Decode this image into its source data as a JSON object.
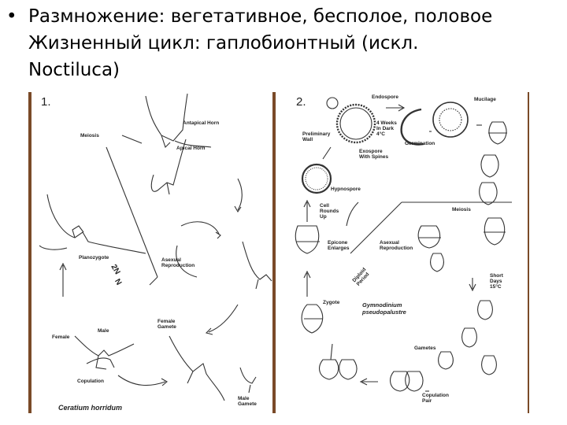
{
  "text": {
    "bullet": "•",
    "line1": "Размножение: вегетативное, бесполое, половое",
    "line2": "Жизненный цикл: гаплобионтный (искл.",
    "line3": "Noctiluca)"
  },
  "figure1": {
    "number": "1.",
    "labels": {
      "meiosis": "Meiosis",
      "antapical_horn": "Antapical Horn",
      "apical_horn": "Apical Horn",
      "planozygote": "Planozygote",
      "two_n": "2N",
      "n": "N",
      "asexual_reproduction": "Asexual\nReproduction",
      "female_gamete": "Female\nGamete",
      "male": "Male",
      "female": "Female",
      "copulation": "Copulation",
      "male_gamete": "Male\nGamete"
    },
    "species": "Ceratium horridum"
  },
  "figure2": {
    "number": "2.",
    "labels": {
      "endospore": "Endospore",
      "mucilage": "Mucilage",
      "preliminary_wall": "Preliminary\nWall",
      "four_weeks": "4 Weeks\nIn Dark\n4°C",
      "germination": "Germination",
      "exospore": "Exospore\nWith Spines",
      "hypnospore": "Hypnospore",
      "meiosis": "Meiosis",
      "cell_rounds_up": "Cell\nRounds\nUp",
      "epicone_enlarges": "Epicone\nEnlarges",
      "asexual_reproduction": "Asexual\nReproduction",
      "diploid_period": "Diploid\nPeriod",
      "short_days": "Short\nDays\n15°C",
      "zygote": "Zygote",
      "gametes": "Gametes",
      "copulation_pair": "Copulation\nPair"
    },
    "species": "Gymnodinium\npseudopalustre"
  }
}
